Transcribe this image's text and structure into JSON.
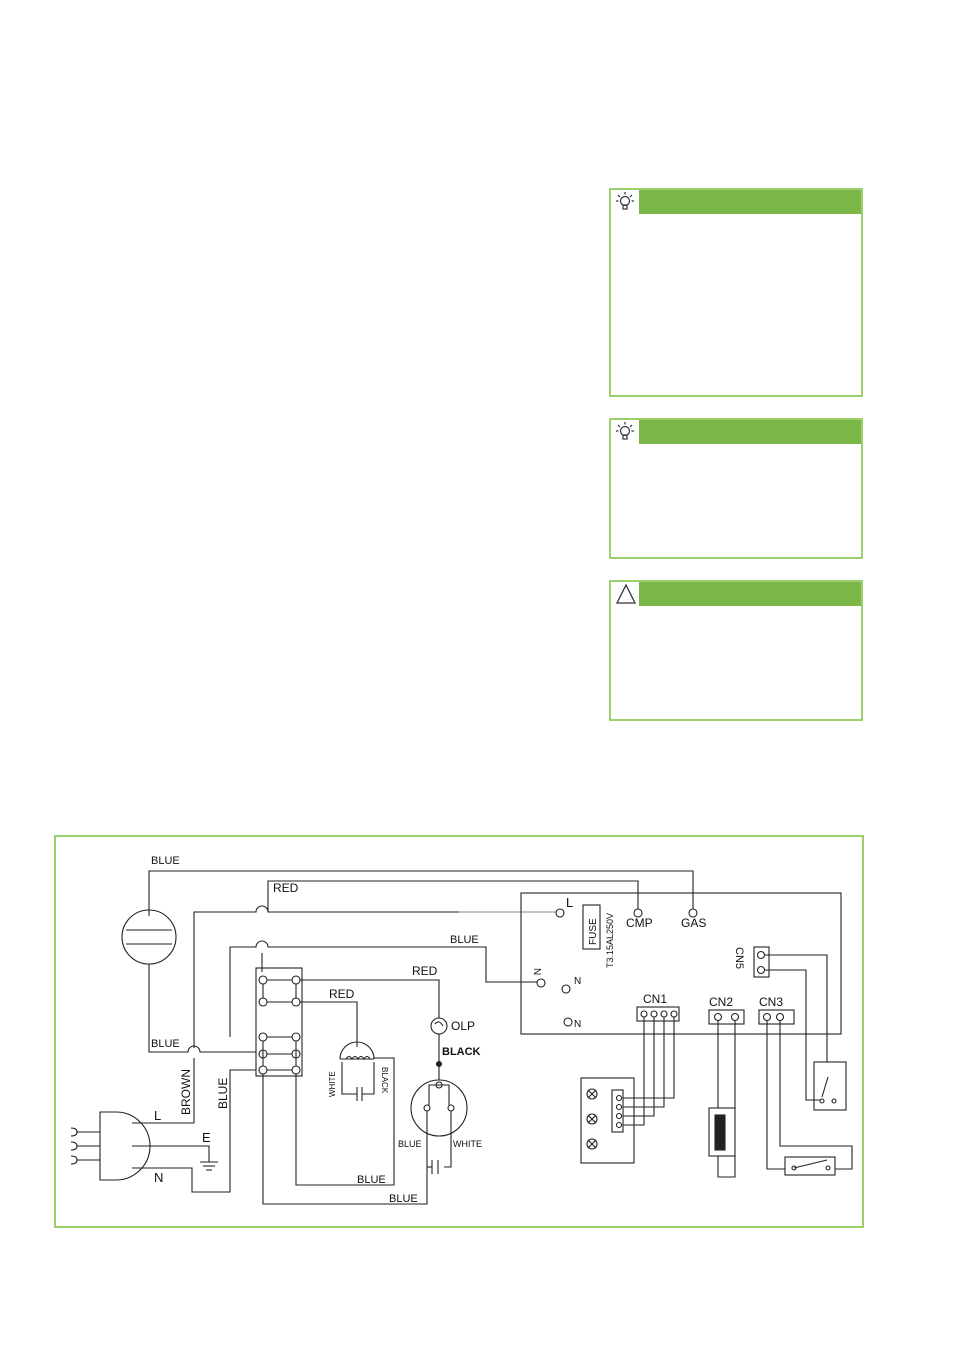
{
  "wiring_diagram": {
    "wire_labels": {
      "blue_top": "BLUE",
      "red_top": "RED",
      "blue_mid": "BLUE",
      "red_mid1": "RED",
      "red_mid2": "RED",
      "blue_left": "BLUE",
      "brown": "BROWN",
      "blue_vertical": "BLUE",
      "black_olp": "BLACK",
      "white_cap": "WHITE",
      "black_cap": "BLACK",
      "blue_comp": "BLUE",
      "white_comp": "WHITE",
      "blue_bottom1": "BLUE",
      "blue_bottom2": "BLUE"
    },
    "plug_labels": {
      "live": "L",
      "earth": "E",
      "neutral": "N"
    },
    "component_labels": {
      "olp": "OLP"
    },
    "control_board": {
      "terminal_l": "L",
      "terminal_n1": "N",
      "terminal_n2": "N",
      "terminal_n3": "N",
      "fuse": "FUSE",
      "fuse_rating": "T3.15AL250V",
      "cmp": "CMP",
      "gas": "GAS",
      "cn5": "CN5",
      "cn1": "CN1",
      "cn2": "CN2",
      "cn3": "CN3"
    }
  }
}
